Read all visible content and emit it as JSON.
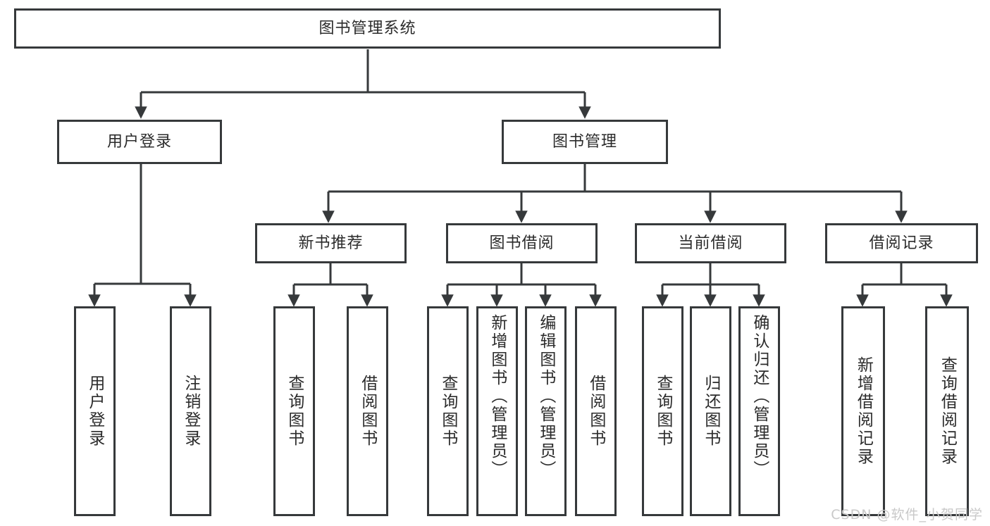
{
  "diagram": {
    "type": "tree",
    "title": "图书管理系统",
    "root": {
      "label": "图书管理系统"
    },
    "level2": [
      {
        "label": "用户登录"
      },
      {
        "label": "图书管理"
      }
    ],
    "level3": [
      {
        "label": "新书推荐"
      },
      {
        "label": "图书借阅"
      },
      {
        "label": "当前借阅"
      },
      {
        "label": "借阅记录"
      }
    ],
    "leaves": {
      "user_login": [
        {
          "label": "用户登录"
        },
        {
          "label": "注销登录"
        }
      ],
      "new_book_recommend": [
        {
          "label": "查询图书"
        },
        {
          "label": "借阅图书"
        }
      ],
      "book_borrow": [
        {
          "label": "查询图书"
        },
        {
          "label": "新增图书（管理员）"
        },
        {
          "label": "编辑图书（管理员）"
        },
        {
          "label": "借阅图书"
        }
      ],
      "current_borrow": [
        {
          "label": "查询图书"
        },
        {
          "label": "归还图书"
        },
        {
          "label": "确认归还（管理员）"
        }
      ],
      "borrow_record": [
        {
          "label": "新增借阅记录"
        },
        {
          "label": "查询借阅记录"
        }
      ]
    }
  },
  "watermark": {
    "text": "CSDN @软件_小贺同学"
  },
  "colors": {
    "border": "#36393b",
    "text": "#2b2b2b",
    "background": "#ffffff",
    "watermark": "#c9c9c9"
  }
}
